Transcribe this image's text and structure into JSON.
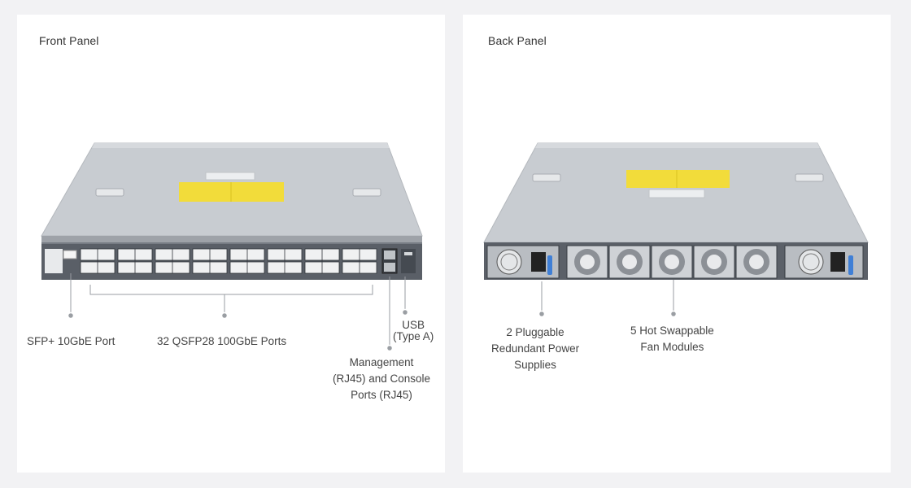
{
  "front": {
    "title": "Front Panel",
    "callouts": {
      "sfp": "SFP+ 10GbE Port",
      "qsfp": "32 QSFP28 100GbE Ports",
      "usb": [
        "USB",
        "(Type A)"
      ],
      "mgmt": [
        "Management",
        "(RJ45) and Console",
        "Ports (RJ45)"
      ]
    }
  },
  "back": {
    "title": "Back Panel",
    "callouts": {
      "power": [
        "2 Pluggable",
        "Redundant Power",
        "Supplies"
      ],
      "fans": [
        "5 Hot Swappable",
        "Fan Modules"
      ]
    }
  },
  "colors": {
    "chassis_top": "#c9cdd2",
    "chassis_front": "#5b6068",
    "label_yellow": "#f2dc3a",
    "leader_line": "#9a9ea3",
    "handle_blue": "#3f7fd6"
  }
}
